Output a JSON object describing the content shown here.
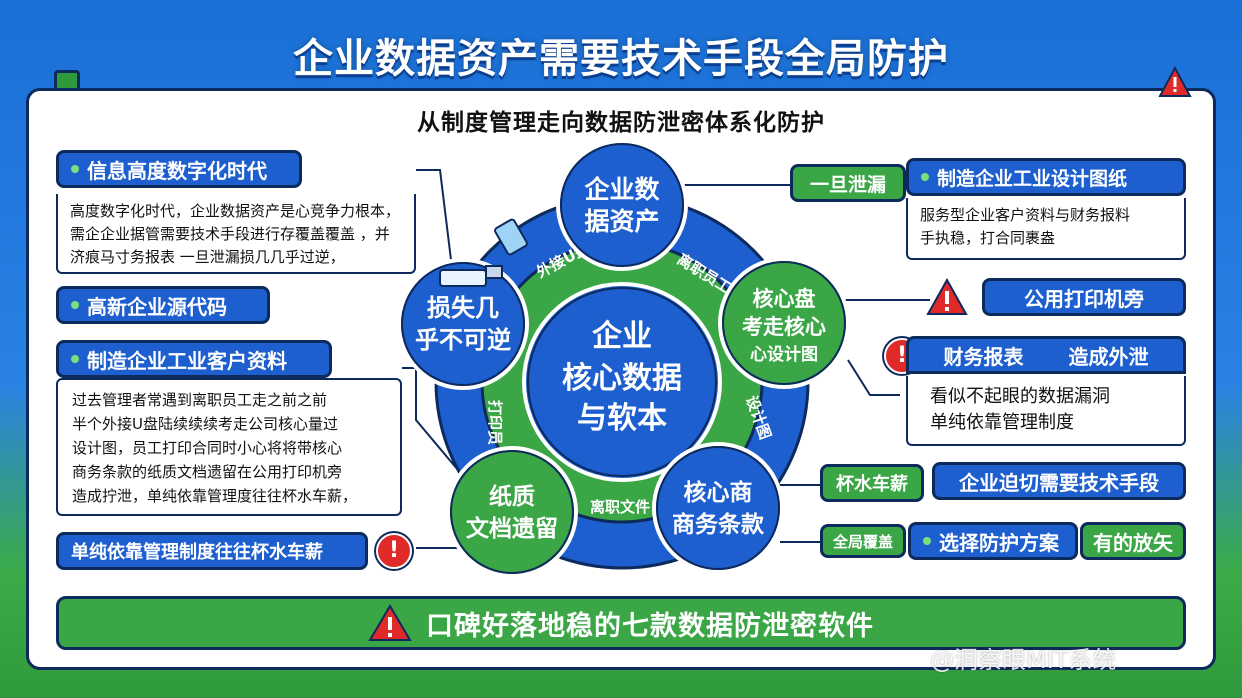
{
  "title": "企业数据资产需要技术手段全局防护",
  "subtitle": "从制度管理走向数据防泄密体系化防护",
  "center": [
    "企业",
    "核心数据",
    "与软本"
  ],
  "nodes": {
    "top": [
      "企业数",
      "据资产"
    ],
    "left": [
      "损失几",
      "乎不可逆"
    ],
    "right": [
      "核心盘",
      "考走核心",
      "心设计图"
    ],
    "bottom_left": [
      "纸质",
      "文档遗留"
    ],
    "bottom_right": [
      "核心商",
      "商务条款"
    ]
  },
  "ring_labels": {
    "usb": "外接U盘",
    "resign_top": "离职员工",
    "printer": "打印员",
    "design": "设计图",
    "resign_file": "离职文件"
  },
  "left": {
    "era_label": "信息高度数字化时代",
    "era_text": [
      "高度数字化时代，企业数据资产是心竞争力根本，",
      "需企企业据管需要技术手段进行存覆盖覆盖 ，并",
      "济痕马寸务报表 一旦泄漏损几几乎过逆，"
    ],
    "source_label": "高新企业源代码",
    "client_label": "制造企业工业客户资料",
    "client_text": [
      "过去管理者常遇到离职员工走之前之前",
      "半个外接U盘陆续续续考走公司核心量过",
      "设计图，员工打印合同时小心将将带核心",
      "商务条款的纸质文档遗留在公用打印机旁",
      "造成拧泄，单纯依靠管理度往往杯水车薪，"
    ],
    "policy_label": "单纯依靠管理制度往往杯水车薪"
  },
  "right": {
    "leak_label": "一旦泄漏",
    "drawings_label": "制造企业工业设计图纸",
    "drawings_text": [
      "服务型企业客户资料与财务报料",
      "手执稳，打合同裹盎"
    ],
    "printer_label": "公用打印机旁",
    "finance_label": "财务报表",
    "outflow_label": "造成外泄",
    "loophole_text": [
      "看似不起眼的数据漏洞",
      "单纯依靠管理制度"
    ],
    "futile_label": "杯水车薪",
    "urgent_label": "企业迫切需要技术手段",
    "coverage_label": "全局覆盖",
    "choose_label": "选择防护方案",
    "targeted_label": "有的放矢"
  },
  "bottom": "口碑好落地稳的七款数据防泄密软件",
  "watermark": "@洞察眼MIT系统",
  "colors": {
    "blue": "#1d5fcf",
    "green": "#3aa646",
    "navy": "#0d2a5c",
    "red": "#e02a2a"
  }
}
